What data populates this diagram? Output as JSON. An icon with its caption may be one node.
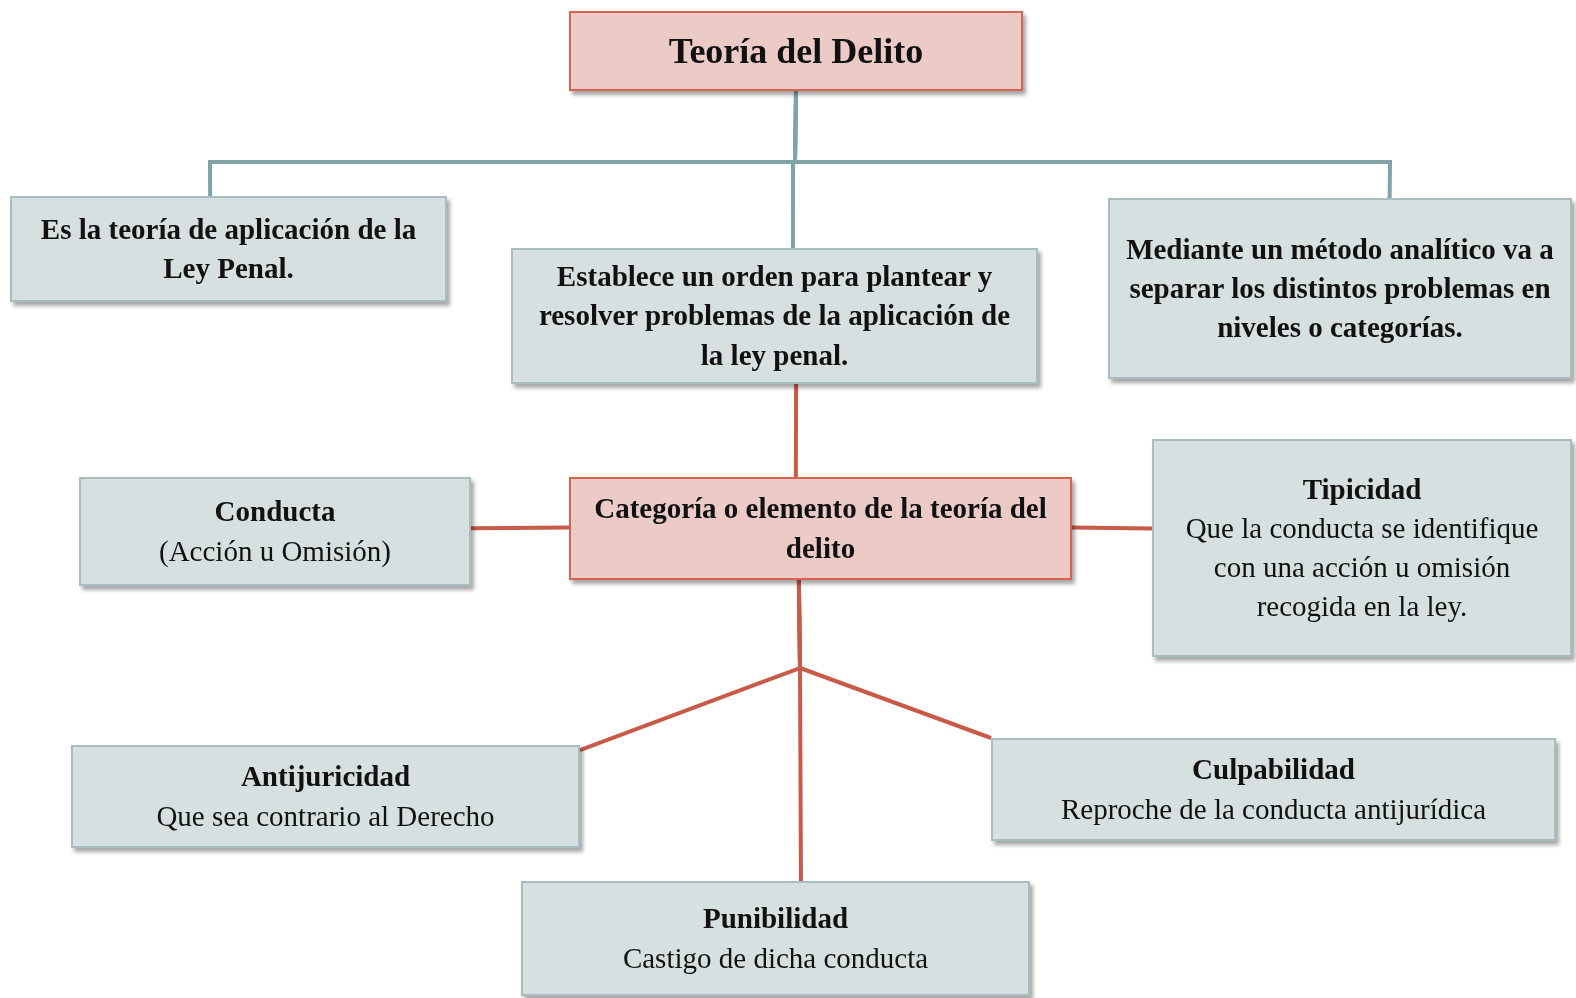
{
  "diagram": {
    "nodes": [
      {
        "text": [
          "Teoría del Delito"
        ]
      },
      {
        "text": [
          "Es la teoría de aplicación de la Ley Penal."
        ]
      },
      {
        "text": [
          "Establece un orden para plantear y resolver problemas de la aplicación de la ley penal."
        ]
      },
      {
        "text": [
          "Mediante un método analítico va a separar los distintos problemas en niveles o categorías."
        ]
      },
      {
        "text": [
          "Categoría o elemento de la teoría del delito"
        ]
      },
      {
        "text": [
          "Conducta",
          "(Acción u Omisión)"
        ]
      },
      {
        "text": [
          "Tipicidad",
          "Que la conducta se identifique con una acción u omisión recogida en la ley."
        ]
      },
      {
        "text": [
          "Antijuricidad",
          "Que sea contrario al Derecho"
        ]
      },
      {
        "text": [
          "Culpabilidad",
          "Reproche de la conducta antijurídica"
        ]
      },
      {
        "text": [
          "Punibilidad",
          "Castigo de dicha conducta"
        ]
      }
    ],
    "edges": [
      {
        "from": 0,
        "to": 1,
        "arrow": "none",
        "color": "#7fa3a6"
      },
      {
        "from": 0,
        "to": 2,
        "arrow": "none",
        "color": "#7fa3a6"
      },
      {
        "from": 0,
        "to": 3,
        "arrow": "none",
        "color": "#7fa3a6"
      },
      {
        "from": 2,
        "to": 4,
        "arrow": "none"
      },
      {
        "from": 4,
        "to": 5,
        "arrow": "none"
      },
      {
        "from": 4,
        "to": 6,
        "arrow": "none"
      },
      {
        "from": 4,
        "to": 7,
        "arrow": "none"
      },
      {
        "from": 4,
        "to": 8,
        "arrow": "none"
      },
      {
        "from": 4,
        "to": 9,
        "arrow": "none"
      }
    ]
  }
}
